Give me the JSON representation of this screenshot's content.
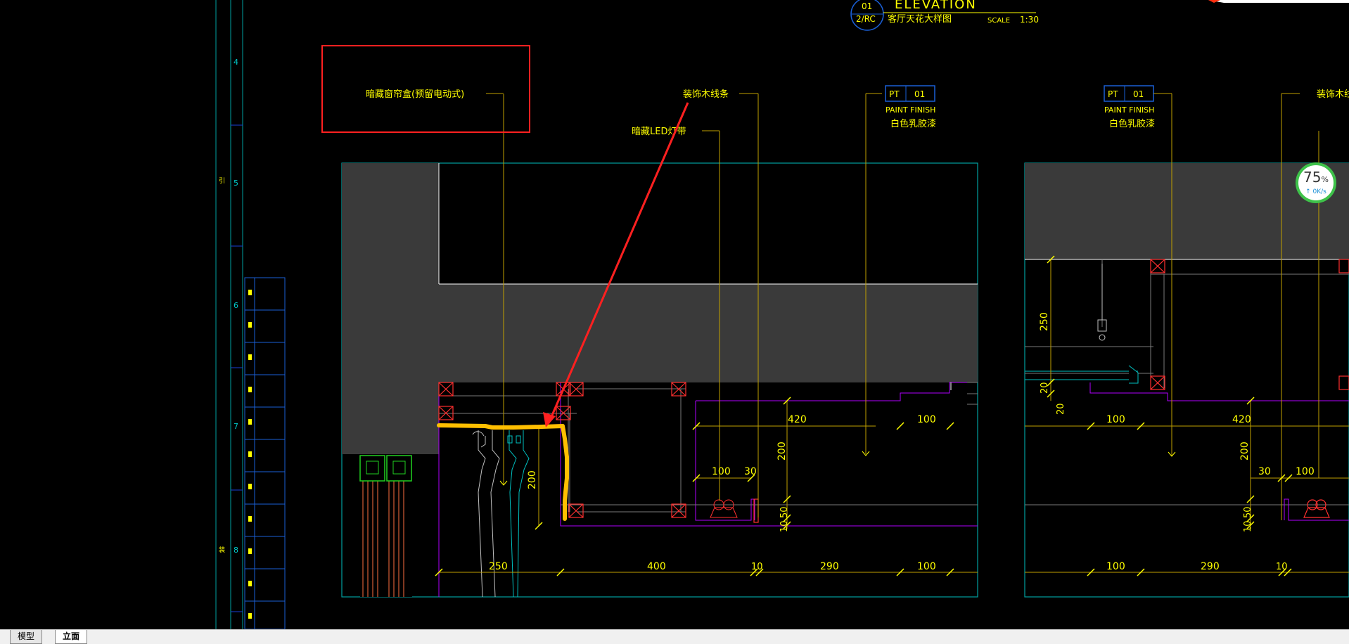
{
  "title_block": {
    "index": "01",
    "sheet": "2/RC",
    "heading": "ELEVATION",
    "subtitle": "客厅天花大样图",
    "scale_label": "SCALE",
    "scale_value": "1:30"
  },
  "left_ruler": [
    "4",
    "5",
    "6",
    "7",
    "8"
  ],
  "side_marks": [
    "引",
    "装"
  ],
  "annotations": {
    "curtain_box": "暗藏窗帘盒(预留电动式)",
    "molding_1": "装饰木线条",
    "molding_2": "装饰木线",
    "led_strip": "暗藏LED灯带"
  },
  "finish_tags": [
    {
      "code": "PT",
      "num": "01",
      "finish": "PAINT FINISH",
      "material": "白色乳胶漆"
    },
    {
      "code": "PT",
      "num": "01",
      "finish": "PAINT FINISH",
      "material": "白色乳胶漆"
    }
  ],
  "dims": {
    "bottom_left": [
      "250",
      "400",
      "10",
      "290",
      "100"
    ],
    "bottom_right": [
      "100",
      "290",
      "10"
    ],
    "mid_left": [
      "420",
      "100",
      "100",
      "30",
      "200",
      "200",
      "50",
      "10"
    ],
    "mid_right": [
      "100",
      "420",
      "200",
      "30",
      "100",
      "250",
      "20",
      "20",
      "50",
      "10"
    ]
  },
  "network_widget": {
    "percent": "75",
    "unit": "%",
    "speed": "0K/s"
  },
  "tabs": [
    "模型",
    "立面"
  ],
  "colors": {
    "background": "#000000",
    "annotation_text": "#ffff00",
    "outline_cyan": "#00a0a0",
    "fill_gray": "#3a3a3a",
    "magenta_line": "#b000ff",
    "red_marks": "#ff3030",
    "highlight_orange": "#ffbf00",
    "arrow_red": "#ff2020"
  }
}
